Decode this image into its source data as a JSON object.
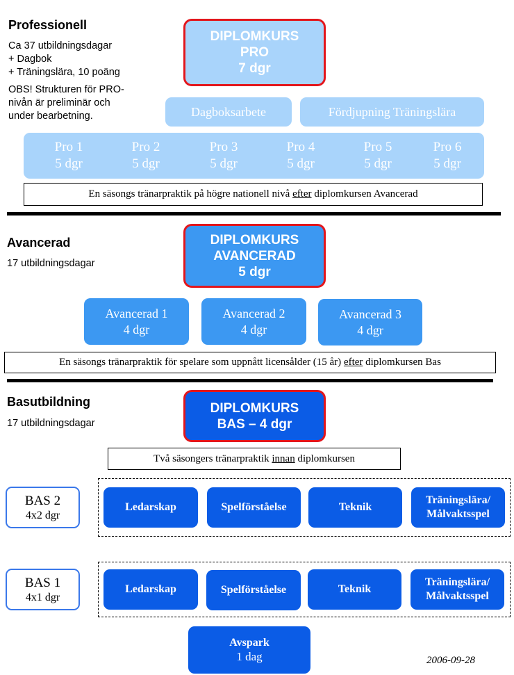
{
  "pro": {
    "heading": "Professionell",
    "desc": [
      "Ca 37 utbildningsdagar",
      "+ Dagbok",
      "+ Träningslära, 10 poäng"
    ],
    "obs": [
      "OBS! Strukturen för PRO-",
      "nivån är preliminär och",
      "under bearbetning."
    ],
    "diploma": [
      "DIPLOMKURS",
      "PRO",
      "7 dgr"
    ],
    "extras": [
      "Dagboksarbete",
      "Fördjupning Träningslära"
    ],
    "courses": [
      {
        "name": "Pro 1",
        "days": "5 dgr"
      },
      {
        "name": "Pro 2",
        "days": "5 dgr"
      },
      {
        "name": "Pro 3",
        "days": "5 dgr"
      },
      {
        "name": "Pro 4",
        "days": "5 dgr"
      },
      {
        "name": "Pro 5",
        "days": "5 dgr"
      },
      {
        "name": "Pro 6",
        "days": "5 dgr"
      }
    ],
    "note": {
      "before": "En säsongs tränarpraktik på högre nationell nivå ",
      "em": "efter",
      "after": " diplomkursen Avancerad"
    }
  },
  "avancerad": {
    "heading": "Avancerad",
    "desc": "17 utbildningsdagar",
    "diploma": [
      "DIPLOMKURS",
      "AVANCERAD",
      "5 dgr"
    ],
    "courses": [
      {
        "name": "Avancerad 1",
        "days": "4 dgr"
      },
      {
        "name": "Avancerad 2",
        "days": "4 dgr"
      },
      {
        "name": "Avancerad 3",
        "days": "4 dgr"
      }
    ],
    "note": {
      "before": "En säsongs tränarpraktik för spelare som uppnått licensålder (15 år) ",
      "em": "efter",
      "after": " diplomkursen Bas"
    }
  },
  "bas": {
    "heading": "Basutbildning",
    "desc": "17 utbildningsdagar",
    "diploma": [
      "DIPLOMKURS",
      "BAS – 4 dgr"
    ],
    "note": {
      "before": "Två säsongers tränarpraktik ",
      "em": "innan",
      "after": " diplomkursen"
    },
    "bas2": {
      "name": "BAS 2",
      "days": "4x2 dgr"
    },
    "bas1": {
      "name": "BAS 1",
      "days": "4x1 dgr"
    },
    "modules": {
      "ledarskap": "Ledarskap",
      "spel": "Spelförståelse",
      "teknik": "Teknik",
      "traning": [
        "Träningslära/",
        "Målvaktsspel"
      ]
    },
    "avspark": [
      "Avspark",
      "1 dag"
    ]
  },
  "date": "2006-09-28"
}
